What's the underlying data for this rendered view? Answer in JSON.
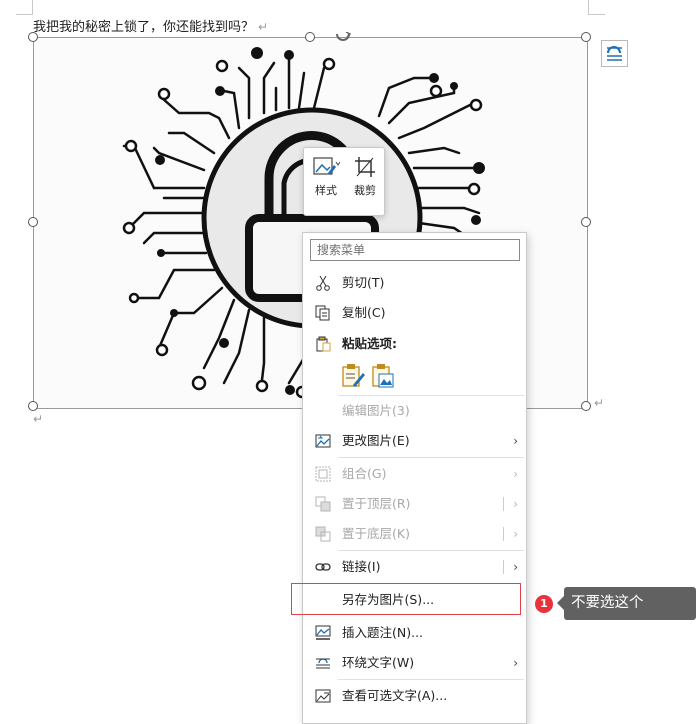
{
  "document": {
    "paragraph_text": "我把我的秘密上锁了，你还能找到吗？",
    "paragraph_mark": "↵"
  },
  "mini_toolbar": {
    "style_label": "样式",
    "crop_label": "裁剪"
  },
  "context_menu": {
    "search_placeholder": "搜索菜单",
    "paste_options_label": "粘贴选项:",
    "items": {
      "cut": "剪切(T)",
      "copy": "复制(C)",
      "edit_picture": "编辑图片(3)",
      "change_picture": "更改图片(E)",
      "group": "组合(G)",
      "bring_to_front": "置于顶层(R)",
      "send_to_back": "置于底层(K)",
      "link": "链接(I)",
      "save_as_picture": "另存为图片(S)...",
      "insert_caption": "插入题注(N)...",
      "wrap_text": "环绕文字(W)",
      "view_alt_text": "查看可选文字(A)..."
    },
    "submenu_arrow": "›"
  },
  "annotation": {
    "badge_number": "1",
    "tooltip_text": "不要选这个",
    "highlight_color": "#e0414b",
    "tooltip_bg": "#616161"
  }
}
